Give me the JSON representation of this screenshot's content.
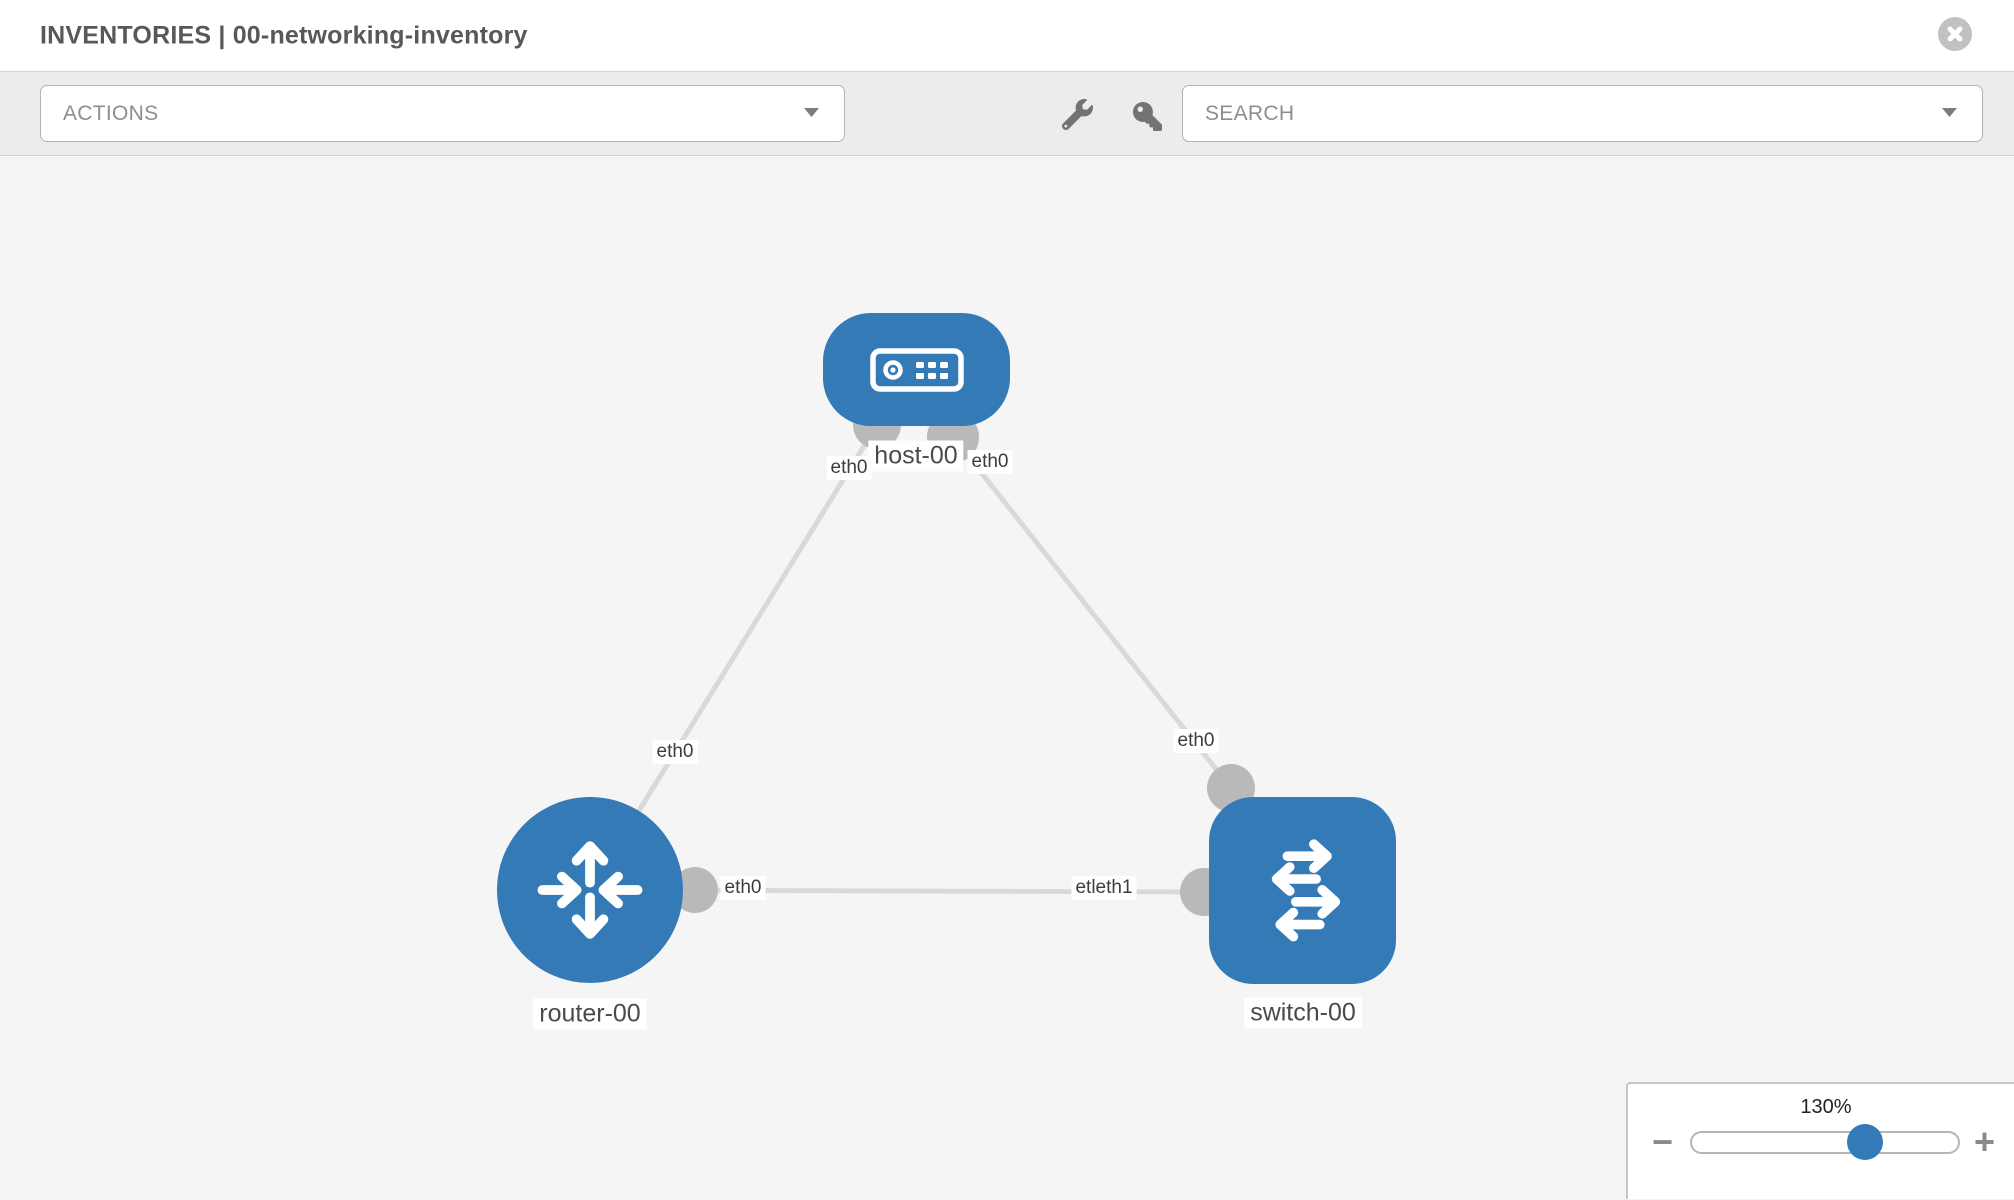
{
  "header": {
    "title": "INVENTORIES | 00-networking-inventory"
  },
  "toolbar": {
    "actions": {
      "label": "ACTIONS",
      "icon": "caret-down-icon"
    },
    "tools": [
      {
        "icon": "wrench-icon"
      },
      {
        "icon": "key-icon"
      }
    ],
    "search": {
      "label": "SEARCH",
      "icon": "caret-down-icon"
    }
  },
  "topology": {
    "nodes": [
      {
        "label": "host-00",
        "type": "host",
        "icon": "host-server-icon"
      },
      {
        "label": "router-00",
        "type": "router",
        "icon": "router-arrows-icon"
      },
      {
        "label": "switch-00",
        "type": "switch",
        "icon": "switch-arrows-icon"
      }
    ],
    "links": [
      {
        "from": "host-00",
        "to": "router-00",
        "from_interface": "eth0",
        "to_interface": "eth0"
      },
      {
        "from": "host-00",
        "to": "switch-00",
        "from_interface": "eth0",
        "to_interface": "eth0"
      },
      {
        "from": "router-00",
        "to": "switch-00",
        "from_interface": "eth0",
        "to_interface": "etleth1"
      }
    ],
    "interface_labels": [
      "eth0",
      "eth0",
      "eth0",
      "eth0",
      "eth0",
      "etleth1"
    ]
  },
  "zoom": {
    "level": "130%",
    "minus_label": "−",
    "plus_label": "+"
  },
  "colors": {
    "node_blue": "#337ab7",
    "link_gray": "#d9d9d9",
    "interface_gray": "#b9b9b9",
    "title_gray": "#585858"
  }
}
